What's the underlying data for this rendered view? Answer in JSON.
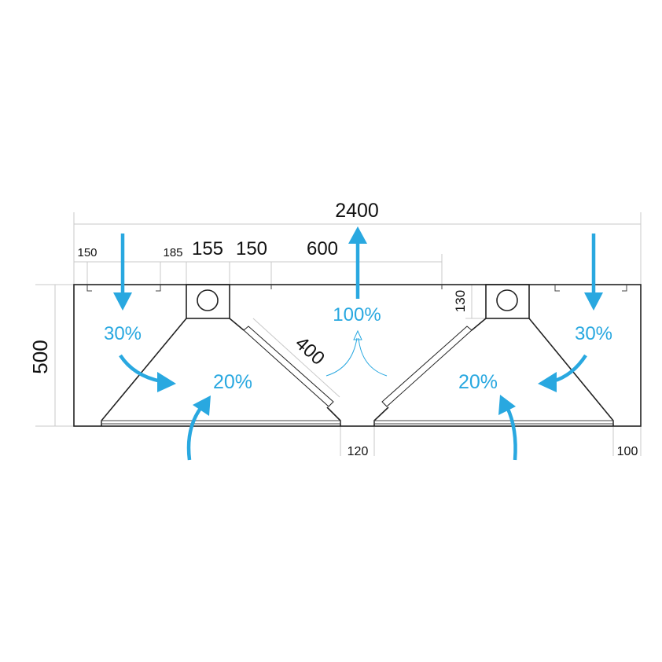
{
  "dimensions": {
    "total_width": "2400",
    "height": "500",
    "edge_left": "150",
    "offset_185": "185",
    "collar_width": "155",
    "gap_150": "150",
    "center_span": "600",
    "filter_length": "400",
    "collar_height": "130",
    "center_gap": "120",
    "edge_right": "100"
  },
  "airflow": {
    "exhaust_center": "100%",
    "supply_left": "30%",
    "supply_right": "30%",
    "induced_left": "20%",
    "induced_right": "20%"
  },
  "colors": {
    "airflow": "#29a8e0",
    "outline": "#222222",
    "dimension": "#c8c8c8"
  }
}
